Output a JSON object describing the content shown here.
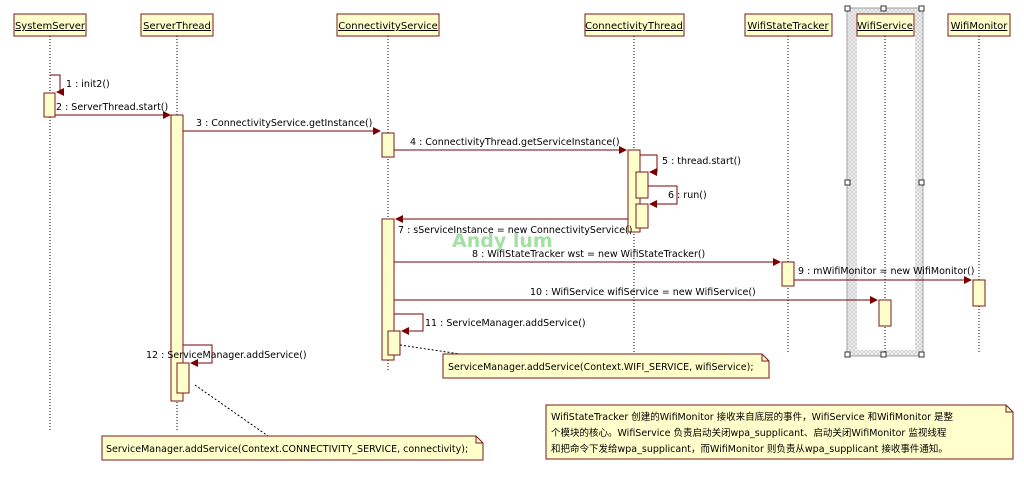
{
  "participants": [
    {
      "id": "systemserver",
      "label": "SystemServer"
    },
    {
      "id": "serverthread",
      "label": "ServerThread"
    },
    {
      "id": "connectivityservice",
      "label": "ConnectivityService"
    },
    {
      "id": "connectivitythread",
      "label": "ConnectivityThread"
    },
    {
      "id": "wifistatetracker",
      "label": "WifiStateTracker"
    },
    {
      "id": "wifiservice",
      "label": "WifiService"
    },
    {
      "id": "wifimonitor",
      "label": "WifiMonitor"
    }
  ],
  "messages": [
    {
      "label": "1 : init2()"
    },
    {
      "label": "2 : ServerThread.start()"
    },
    {
      "label": "3 : ConnectivityService.getInstance()"
    },
    {
      "label": "4 : ConnectivityThread.getServiceInstance()"
    },
    {
      "label": "5 : thread.start()"
    },
    {
      "label": "6 : run()"
    },
    {
      "label": "7 : sServiceInstance = new ConnectivityService()"
    },
    {
      "label": "8 : WifiStateTracker wst = new WifiStateTracker()"
    },
    {
      "label": "9 : mWifiMonitor = new WifiMonitor()"
    },
    {
      "label": "10 : WifiService wifiService = new WifiService()"
    },
    {
      "label": "11 : ServiceManager.addService()"
    },
    {
      "label": "12 : ServiceManager.addService()"
    }
  ],
  "notes": {
    "wifi_add_service": "ServiceManager.addService(Context.WIFI_SERVICE, wifiService);",
    "connectivity_add_service": "ServiceManager.addService(Context.CONNECTIVITY_SERVICE, connectivity);",
    "summary_lines": [
      "WifiStateTracker 创建的WifiMonitor 接收来自底层的事件，WifiService 和WifiMonitor 是整",
      "个模块的核心。WifiService 负责启动关闭wpa_supplicant、启动关闭WifiMonitor 监视线程",
      "和把命令下发给wpa_supplicant，而WifiMonitor 则负责从wpa_supplicant 接收事件通知。"
    ]
  },
  "watermark": "Andy lum",
  "colors": {
    "participant_fill": "#ffffcc",
    "participant_border": "#7a1a1a",
    "arrow": "#7a0000",
    "activation_fill": "#ffffcc",
    "note_fill": "#ffffcc"
  }
}
